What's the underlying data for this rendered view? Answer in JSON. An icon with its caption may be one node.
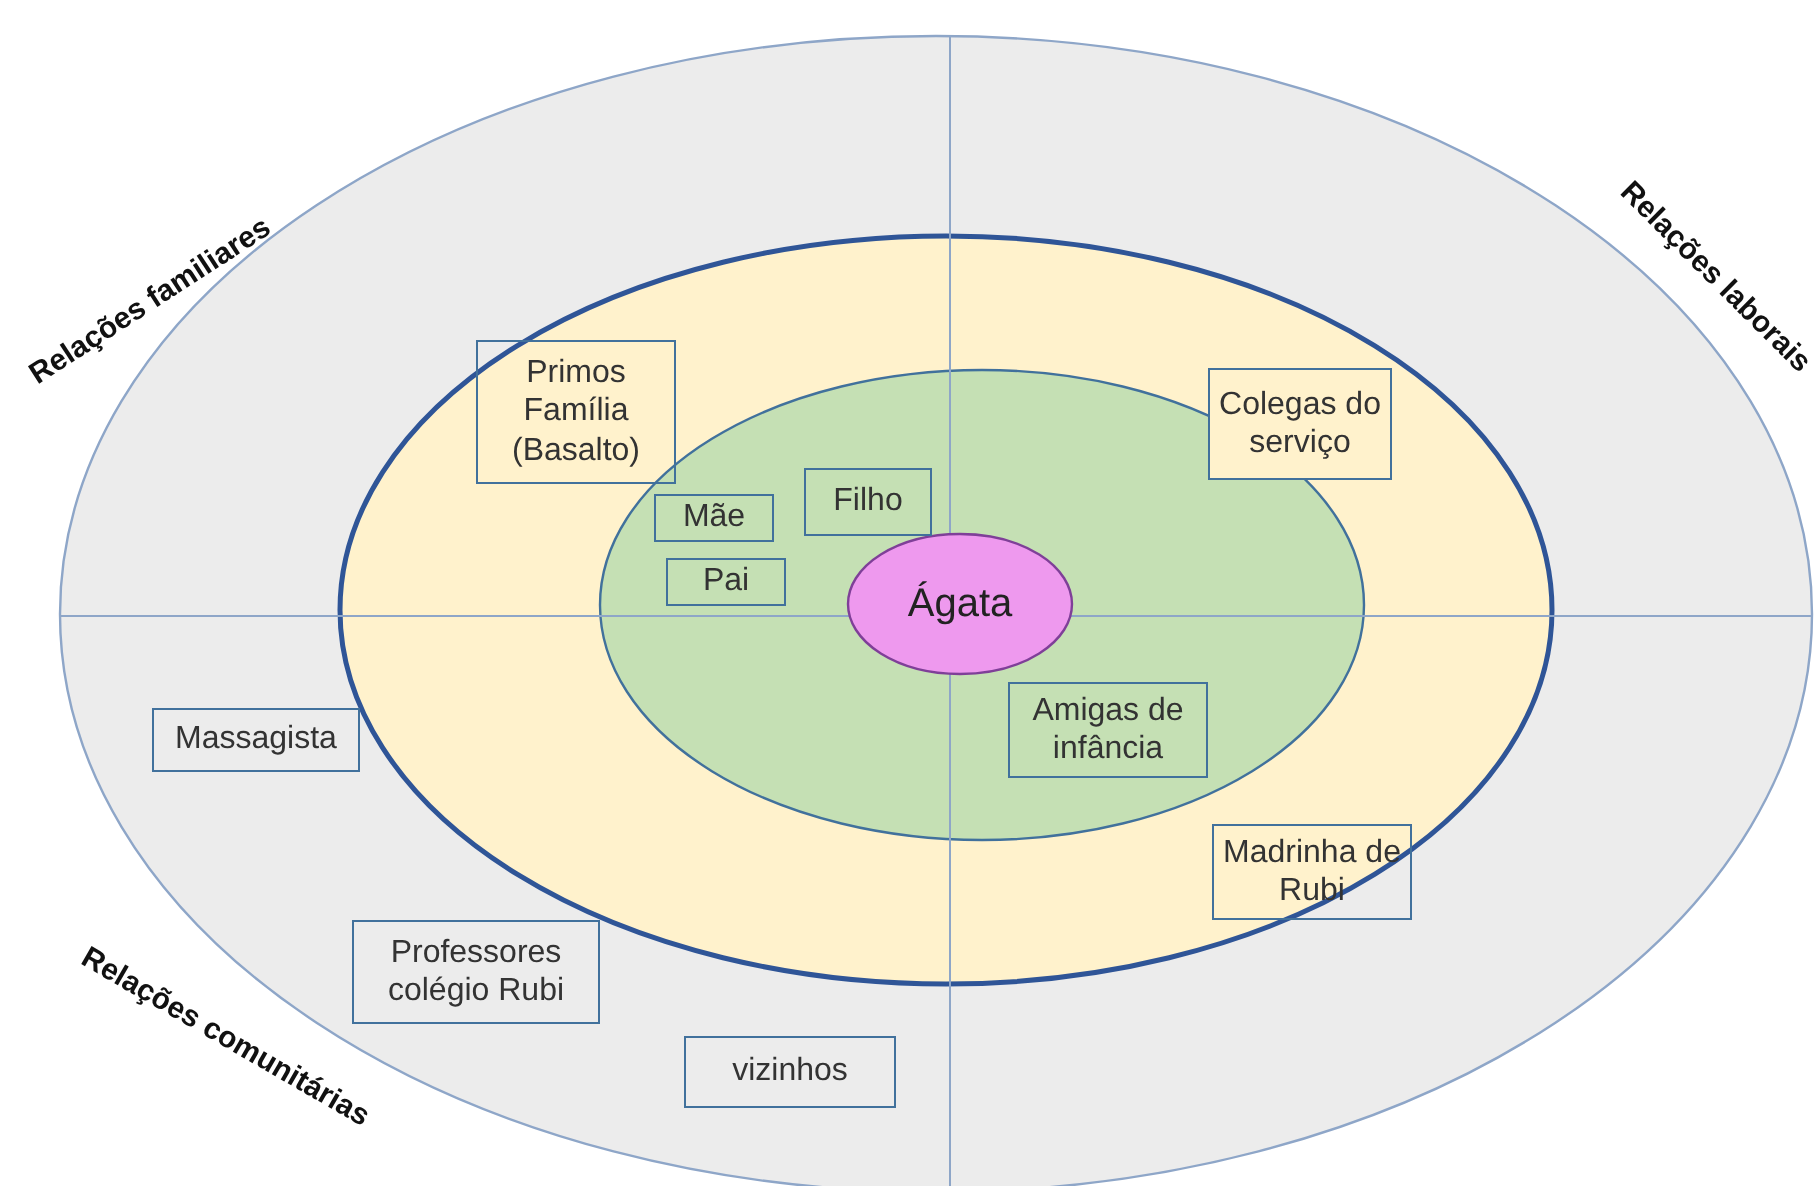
{
  "diagram": {
    "nodes": [
      {
        "text": [],
        "shape": "ellipse"
      },
      {
        "text": [],
        "shape": "ellipse",
        "in": 0
      },
      {
        "text": [],
        "shape": "ellipse",
        "in": 1
      },
      {
        "text": [
          "Ágata"
        ],
        "in": 2
      },
      {
        "text": [
          "Primos Família (Basalto)"
        ],
        "in": 1
      },
      {
        "text": [
          "Colegas do serviço"
        ],
        "in": 1
      },
      {
        "text": [
          "Mãe"
        ],
        "in": 2
      },
      {
        "text": [
          "Filho"
        ],
        "in": 2
      },
      {
        "text": [
          "Pai"
        ],
        "in": 2
      },
      {
        "text": [
          "Amigas de infância"
        ],
        "in": 2
      },
      {
        "text": [
          "Madrinha de Rubi"
        ],
        "in": 1
      },
      {
        "text": [
          "Massagista"
        ],
        "in": 0
      },
      {
        "text": [
          "Professores colégio Rubi"
        ],
        "in": 0
      },
      {
        "text": [
          "vizinhos"
        ],
        "in": 0
      }
    ],
    "edges": [],
    "labels": [
      "Relações familiares",
      "Relações laborais",
      "Relações comunitárias"
    ]
  }
}
